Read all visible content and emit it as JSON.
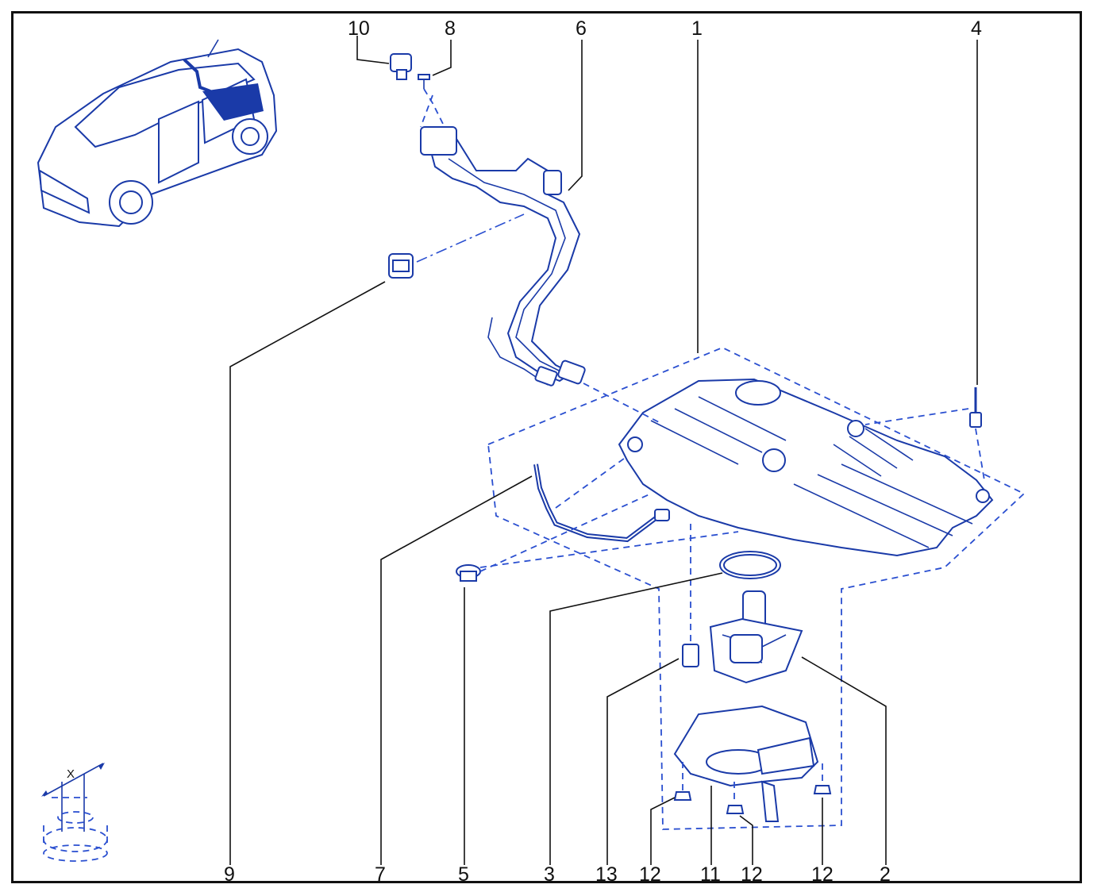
{
  "colors": {
    "part_line": "#1a3aa8",
    "dashed_line": "#2a4fd0",
    "leader_line": "#111111",
    "background": "#ffffff"
  },
  "callouts": {
    "top": [
      "10",
      "8",
      "6",
      "1",
      "4"
    ],
    "bottom": [
      "9",
      "7",
      "5",
      "3",
      "13",
      "12",
      "11",
      "12",
      "12",
      "2"
    ]
  },
  "detail": {
    "dimension_label": "X"
  },
  "icons": [
    "vehicle-location-icon",
    "nut-dimension-icon"
  ]
}
